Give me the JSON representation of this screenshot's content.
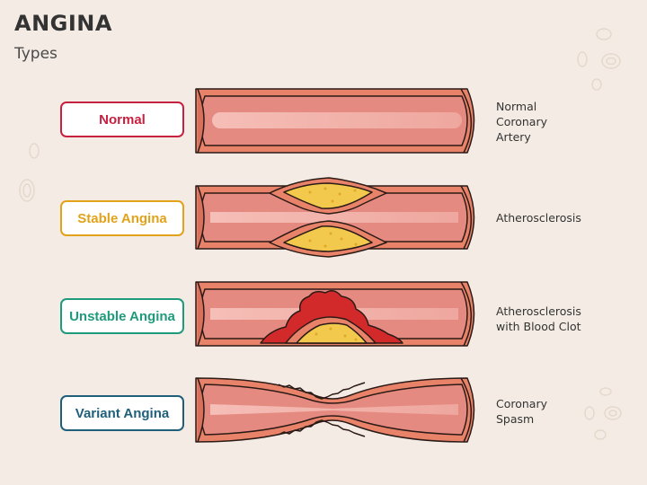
{
  "header": {
    "title": "ANGINA",
    "subtitle": "Types"
  },
  "rows": [
    {
      "label": "Normal",
      "color": "#c8203f",
      "description": "Normal\nCoronary\nArtery"
    },
    {
      "label": "Stable Angina",
      "color": "#e2a21a",
      "description": "Atherosclerosis"
    },
    {
      "label": "Unstable Angina",
      "color": "#1f9a7c",
      "description": "Atherosclerosis\nwith Blood Clot"
    },
    {
      "label": "Variant Angina",
      "color": "#1f5f7a",
      "description": "Coronary\nSpasm"
    }
  ],
  "palette": {
    "background": "#f4ece4",
    "vessel_wall": "#e8836a",
    "vessel_lumen": "#e58a80",
    "plaque": "#f2c94c",
    "clot": "#d22a2a",
    "outline": "#2b1a16"
  }
}
